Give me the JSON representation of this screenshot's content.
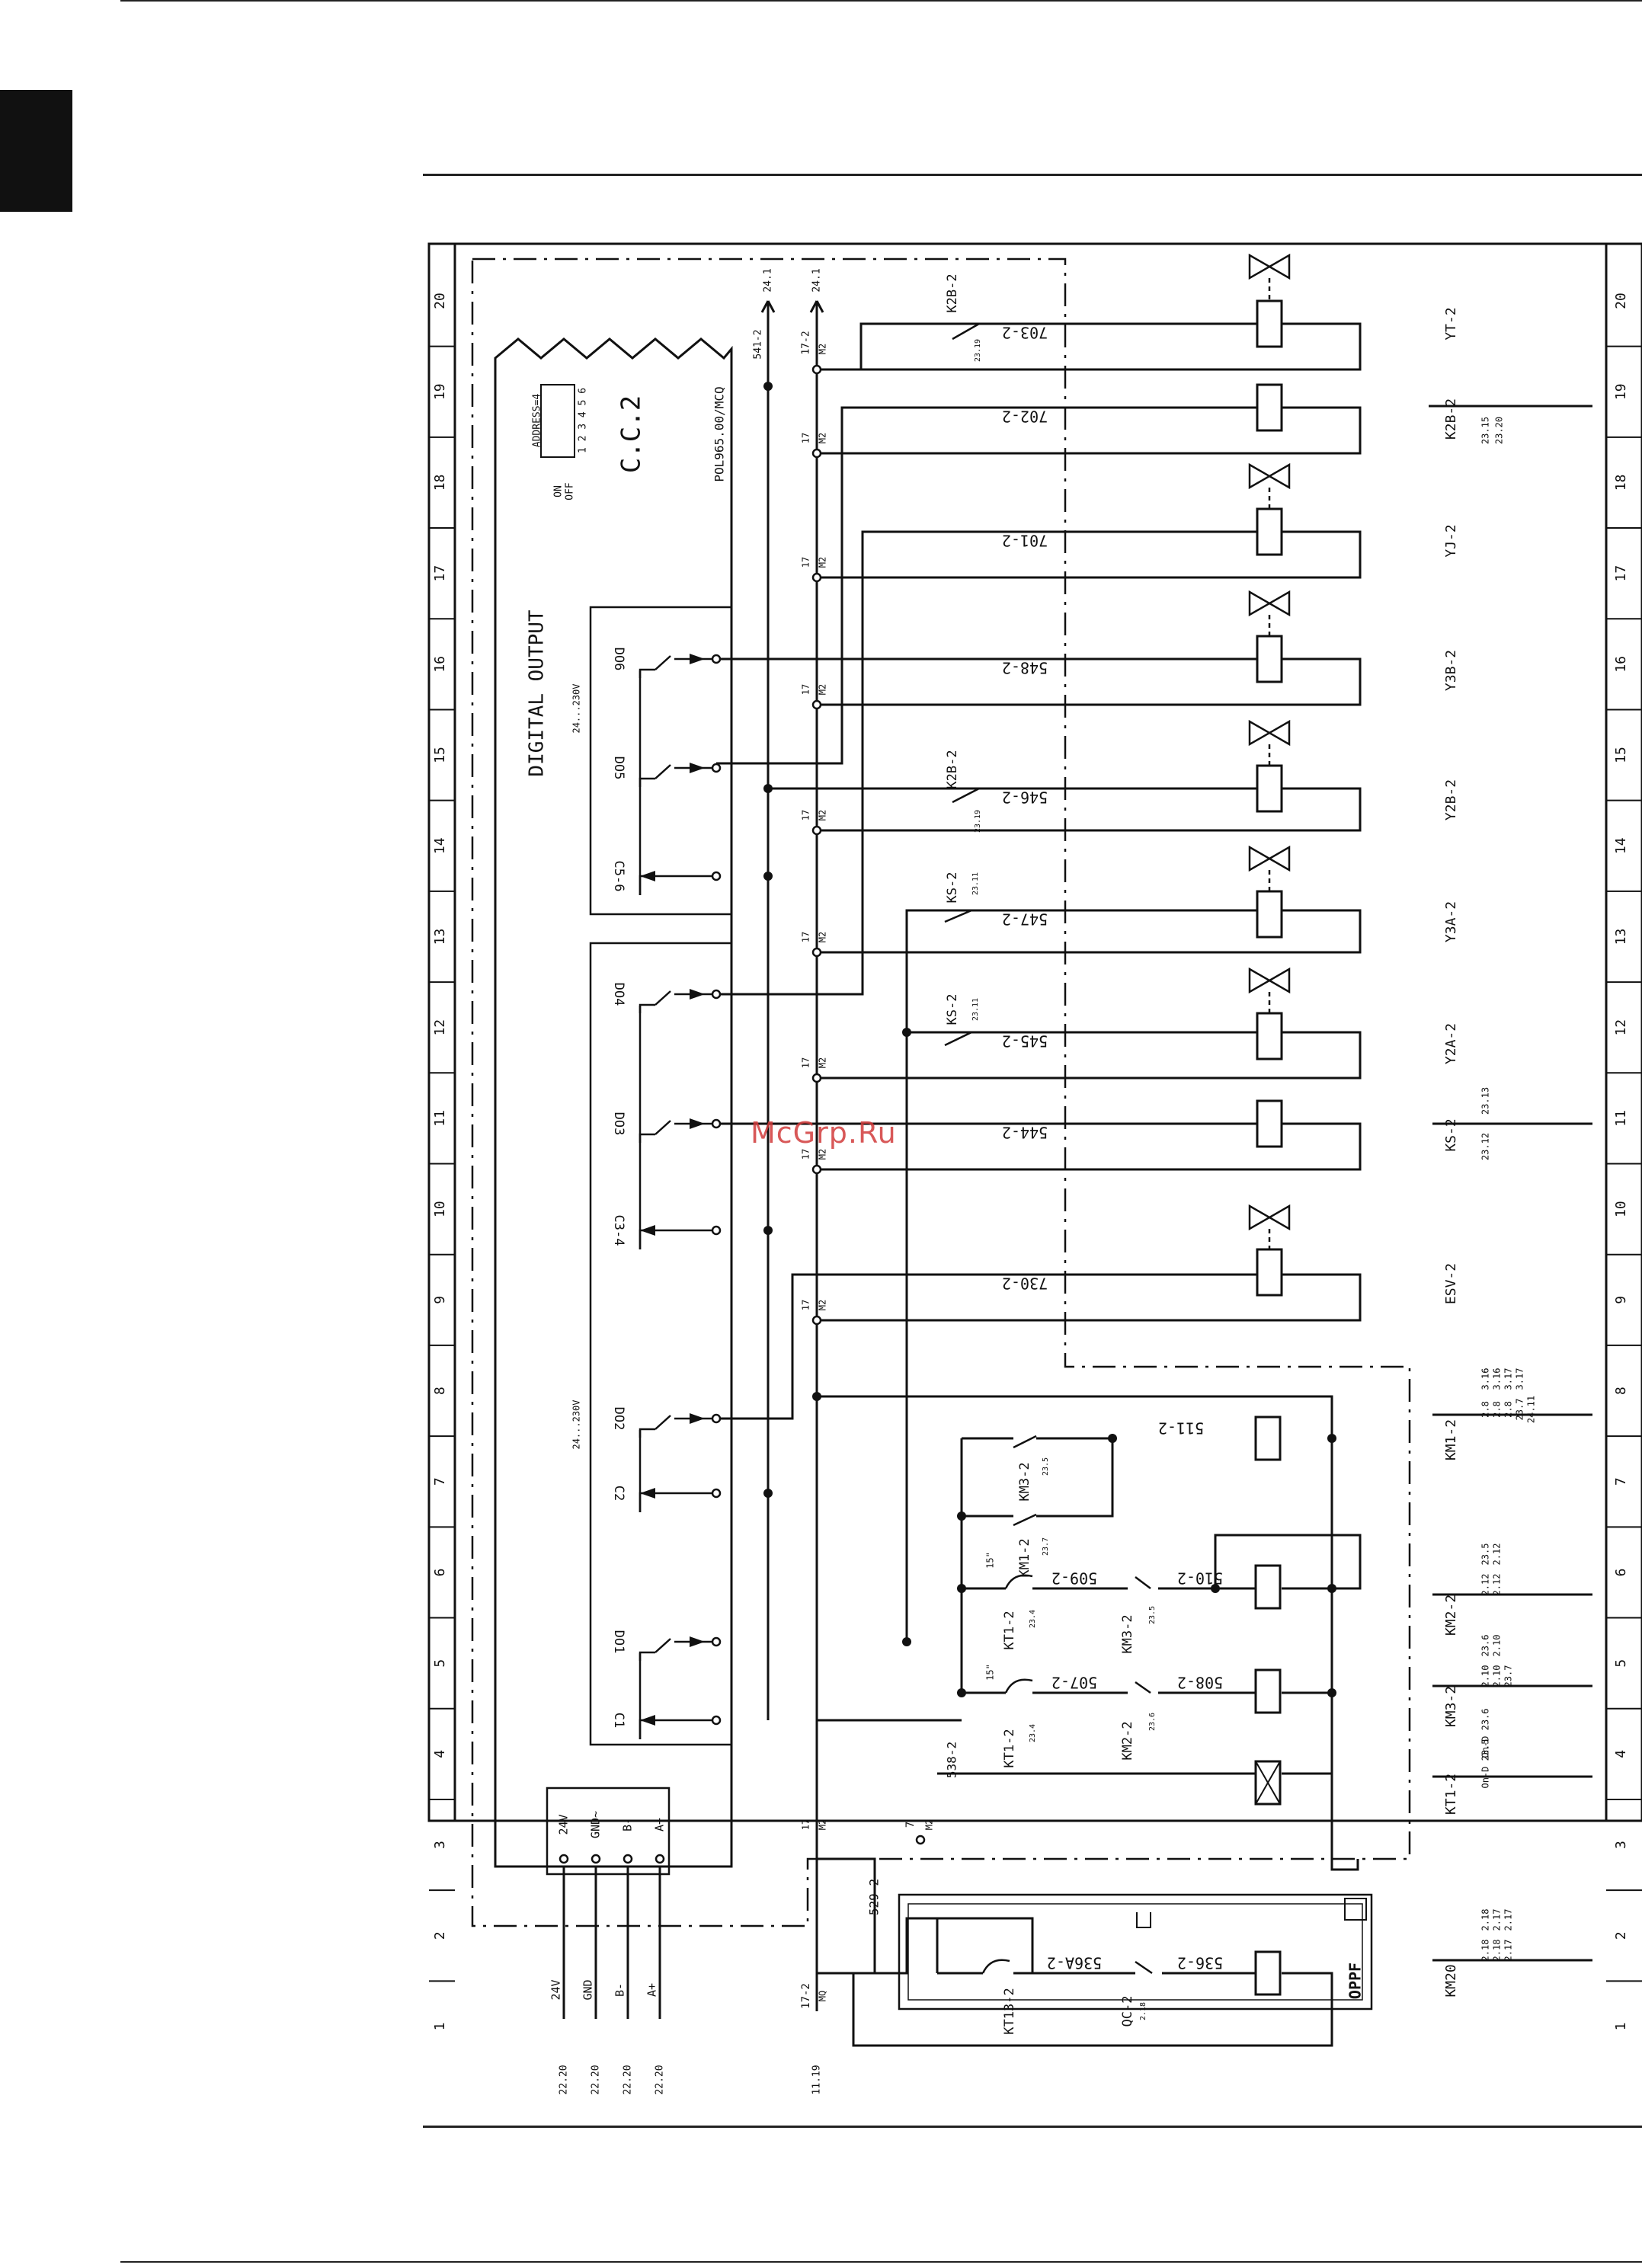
{
  "page": {
    "watermark": "McGrp.Ru"
  },
  "columns": [
    "1",
    "2",
    "3",
    "4",
    "5",
    "6",
    "7",
    "8",
    "9",
    "10",
    "11",
    "12",
    "13",
    "14",
    "15",
    "16",
    "17",
    "18",
    "19",
    "20"
  ],
  "controller": {
    "title": "C.C.2",
    "model": "POL965.00/MCQ",
    "address_label": "ADDRESS=4",
    "dip_on": "ON",
    "dip_off": "OFF",
    "dip_numbers": "1 2 3 4 5 6",
    "digital_output_title": "DIGITAL OUTPUT",
    "voltage_label": "24...230V",
    "voltage_label_2": "24...230V",
    "outputs_upper": [
      "DO6",
      "DO5",
      "C5-6"
    ],
    "outputs_middle": [
      "DO4",
      "DO3",
      "C3-4"
    ],
    "outputs_lower": [
      "DO2",
      "C2",
      "DO1",
      "C1"
    ],
    "bus_terminals": [
      "24V",
      "GND~",
      "B-",
      "A+"
    ]
  },
  "left_inputs": {
    "labels": [
      "24V",
      "GND",
      "B-",
      "A+"
    ],
    "refs": [
      "22.20",
      "22.20",
      "22.20",
      "22.20"
    ],
    "ref_1119": "11.19"
  },
  "top_refs": {
    "r1": "24.1",
    "r2": "24.1",
    "w1": "541-2",
    "w2": "17-2",
    "w2b": "M2"
  },
  "wires": {
    "node_17": "17",
    "node_m2": "M2",
    "w703": "703-2",
    "w702": "702-2",
    "w701": "701-2",
    "w548": "548-2",
    "w546": "546-2",
    "w547": "547-2",
    "w545": "545-2",
    "w544": "544-2",
    "w730": "730-2",
    "w511": "511-2",
    "w509": "509-2",
    "w510": "510-2",
    "w507": "507-2",
    "w508": "508-2",
    "w538": "538-2",
    "w529": "529-2",
    "w536a": "536A-2",
    "w536": "536-2",
    "w17mq": "17-2",
    "w17mq_b": "MQ",
    "w7": "7",
    "w7b": "M2"
  },
  "contacts": {
    "k2b_top": "K2B-2",
    "k2b_top_ref": "23.19",
    "k2b_mid": "K2B-2",
    "k2b_mid_ref": "23.19",
    "ks_a": "KS-2",
    "ks_a_ref": "23.11",
    "ks_b": "KS-2",
    "ks_b_ref": "23.11",
    "km3": "KM3-2",
    "km3_ref": "23.5",
    "km1": "KM1-2",
    "km1_ref": "23.7",
    "kt1_a": "KT1-2",
    "kt1_a_ref": "23.4",
    "km3_b": "KM3-2",
    "km3_b_ref": "23.5",
    "kt1_b": "KT1-2",
    "kt1_b_ref": "23.4",
    "km2_b": "KM2-2",
    "km2_b_ref": "23.6",
    "kt13": "KT13-2",
    "qc": "QC-2",
    "qc_ref": "2.18",
    "opff": "OPPF",
    "t15a": "15\"",
    "t15b": "15\""
  },
  "coils": [
    "YT-2",
    "K2B-2",
    "YJ-2",
    "Y3B-2",
    "Y2B-2",
    "Y3A-2",
    "Y2A-2",
    "KS-2",
    "ESV-2"
  ],
  "coil_refs": {
    "k2b": [
      "23.15",
      "23.20"
    ],
    "ks": [
      "23.12",
      "23.13"
    ]
  },
  "right_panel": {
    "km1": {
      "name": "KM1-2",
      "refs": [
        "2.8",
        "3.16",
        "2.8",
        "3.16",
        "2.8",
        "3.17",
        "23.7",
        "3.17",
        "24.11"
      ]
    },
    "km2": {
      "name": "KM2-2",
      "refs": [
        "2.12",
        "23.5",
        "2.12",
        "2.12"
      ]
    },
    "km3": {
      "name": "KM3-2",
      "refs": [
        "2.10",
        "23.6",
        "2.10",
        "2.10",
        "23.7"
      ]
    },
    "kt1": {
      "name": "KT1-2",
      "refs": [
        "On-D 23.5",
        "On-D 23.6"
      ]
    },
    "km20": {
      "name": "KM20",
      "refs": [
        "2.18",
        "2.18",
        "2.18",
        "2.17",
        "2.17",
        "2.17"
      ]
    }
  }
}
